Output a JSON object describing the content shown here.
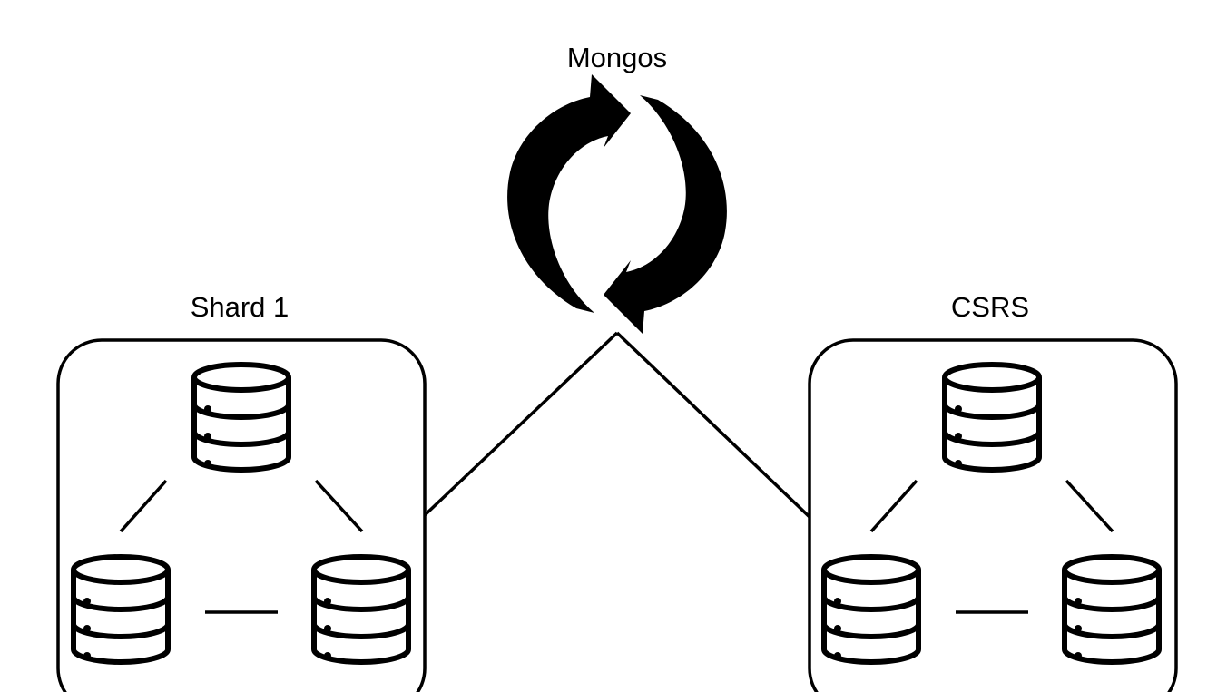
{
  "router": {
    "label": "Mongos",
    "icon": "sync-icon"
  },
  "clusters": [
    {
      "id": "shard1",
      "label": "Shard 1",
      "node_icon": "database-icon",
      "node_count": 3
    },
    {
      "id": "csrs",
      "label": "CSRS",
      "node_icon": "database-icon",
      "node_count": 3
    }
  ],
  "colors": {
    "stroke": "#000000",
    "background": "#ffffff"
  }
}
